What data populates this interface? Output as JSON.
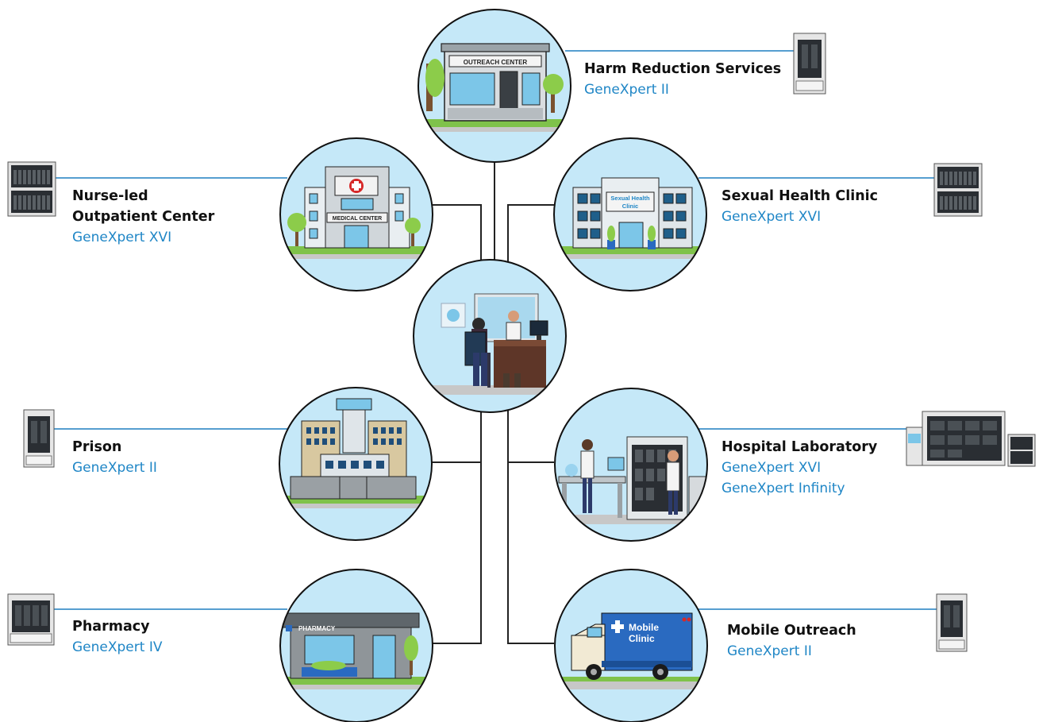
{
  "colors": {
    "line": "#1f7fc0",
    "circle_fill": "#c5e8f8",
    "circle_stroke": "#111111",
    "title": "#111111",
    "subtitle": "#1f86c6"
  },
  "sites": {
    "harm_reduction": {
      "title": "Harm Reduction Services",
      "devices": [
        "GeneXpert II"
      ],
      "building_sign": "OUTREACH CENTER",
      "device_icon": "genexpert-ii-icon"
    },
    "nurse_led": {
      "title_lines": [
        "Nurse-led",
        "Outpatient Center"
      ],
      "devices": [
        "GeneXpert XVI"
      ],
      "building_sign": "MEDICAL CENTER",
      "device_icon": "genexpert-xvi-icon"
    },
    "sexual_health": {
      "title": "Sexual Health Clinic",
      "devices": [
        "GeneXpert XVI"
      ],
      "building_sign_lines": [
        "Sexual Health",
        "Clinic"
      ],
      "device_icon": "genexpert-xvi-icon"
    },
    "prison": {
      "title": "Prison",
      "devices": [
        "GeneXpert II"
      ],
      "device_icon": "genexpert-ii-icon"
    },
    "hospital_lab": {
      "title": "Hospital Laboratory",
      "devices": [
        "GeneXpert XVI",
        "GeneXpert Infinity"
      ],
      "device_icon": "genexpert-infinity-icon"
    },
    "pharmacy": {
      "title": "Pharmacy",
      "devices": [
        "GeneXpert IV"
      ],
      "building_sign": "PHARMACY",
      "device_icon": "genexpert-iv-icon"
    },
    "mobile_outreach": {
      "title": "Mobile Outreach",
      "devices": [
        "GeneXpert II"
      ],
      "vehicle_sign_lines": [
        "Mobile",
        "Clinic"
      ],
      "device_icon": "genexpert-ii-icon"
    }
  },
  "center": {
    "scene": "doctor-consultation"
  }
}
